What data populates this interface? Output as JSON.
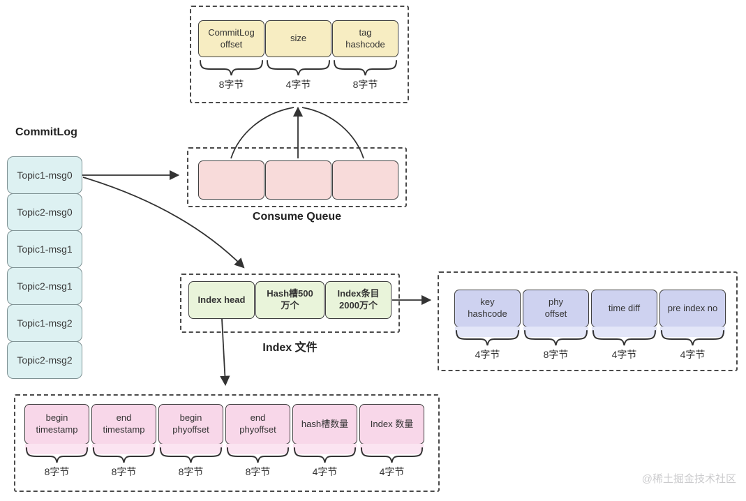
{
  "watermark": "@稀土掘金技术社区",
  "commitlog": {
    "title": "CommitLog",
    "entries": [
      "Topic1-msg0",
      "Topic2-msg0",
      "Topic1-msg1",
      "Topic2-msg1",
      "Topic1-msg2",
      "Topic2-msg2"
    ]
  },
  "consume_queue": {
    "title": "Consume Queue"
  },
  "cq_record": {
    "fields": [
      {
        "label": "CommitLog\noffset",
        "size": "8字节"
      },
      {
        "label": "size",
        "size": "4字节"
      },
      {
        "label": "tag\nhashcode",
        "size": "8字节"
      }
    ]
  },
  "index_file": {
    "title": "Index 文件",
    "cells": [
      {
        "label": "Index head"
      },
      {
        "label": "Hash槽500\n万个"
      },
      {
        "label": "Index条目\n2000万个"
      }
    ]
  },
  "index_entry": {
    "fields": [
      {
        "label": "key\nhashcode",
        "size": "4字节"
      },
      {
        "label": "phy\noffset",
        "size": "8字节"
      },
      {
        "label": "time diff",
        "size": "4字节"
      },
      {
        "label": "pre index no",
        "size": "4字节"
      }
    ]
  },
  "index_header": {
    "fields": [
      {
        "label": "begin\ntimestamp",
        "size": "8字节"
      },
      {
        "label": "end\ntimestamp",
        "size": "8字节"
      },
      {
        "label": "begin\nphyoffset",
        "size": "8字节"
      },
      {
        "label": "end\nphyoffset",
        "size": "8字节"
      },
      {
        "label": "hash槽数量",
        "size": "4字节"
      },
      {
        "label": "Index 数量",
        "size": "4字节"
      }
    ]
  },
  "colors": {
    "cq_record_cell": "#f7edc2",
    "consume_queue_cell": "#f8dbda",
    "index_file_cell": "#e9f4da",
    "index_entry_cell": "#ced2f0",
    "index_header_cell": "#f8d7e9",
    "commitlog_cell": "#ddf1f2",
    "line": "#333333"
  }
}
